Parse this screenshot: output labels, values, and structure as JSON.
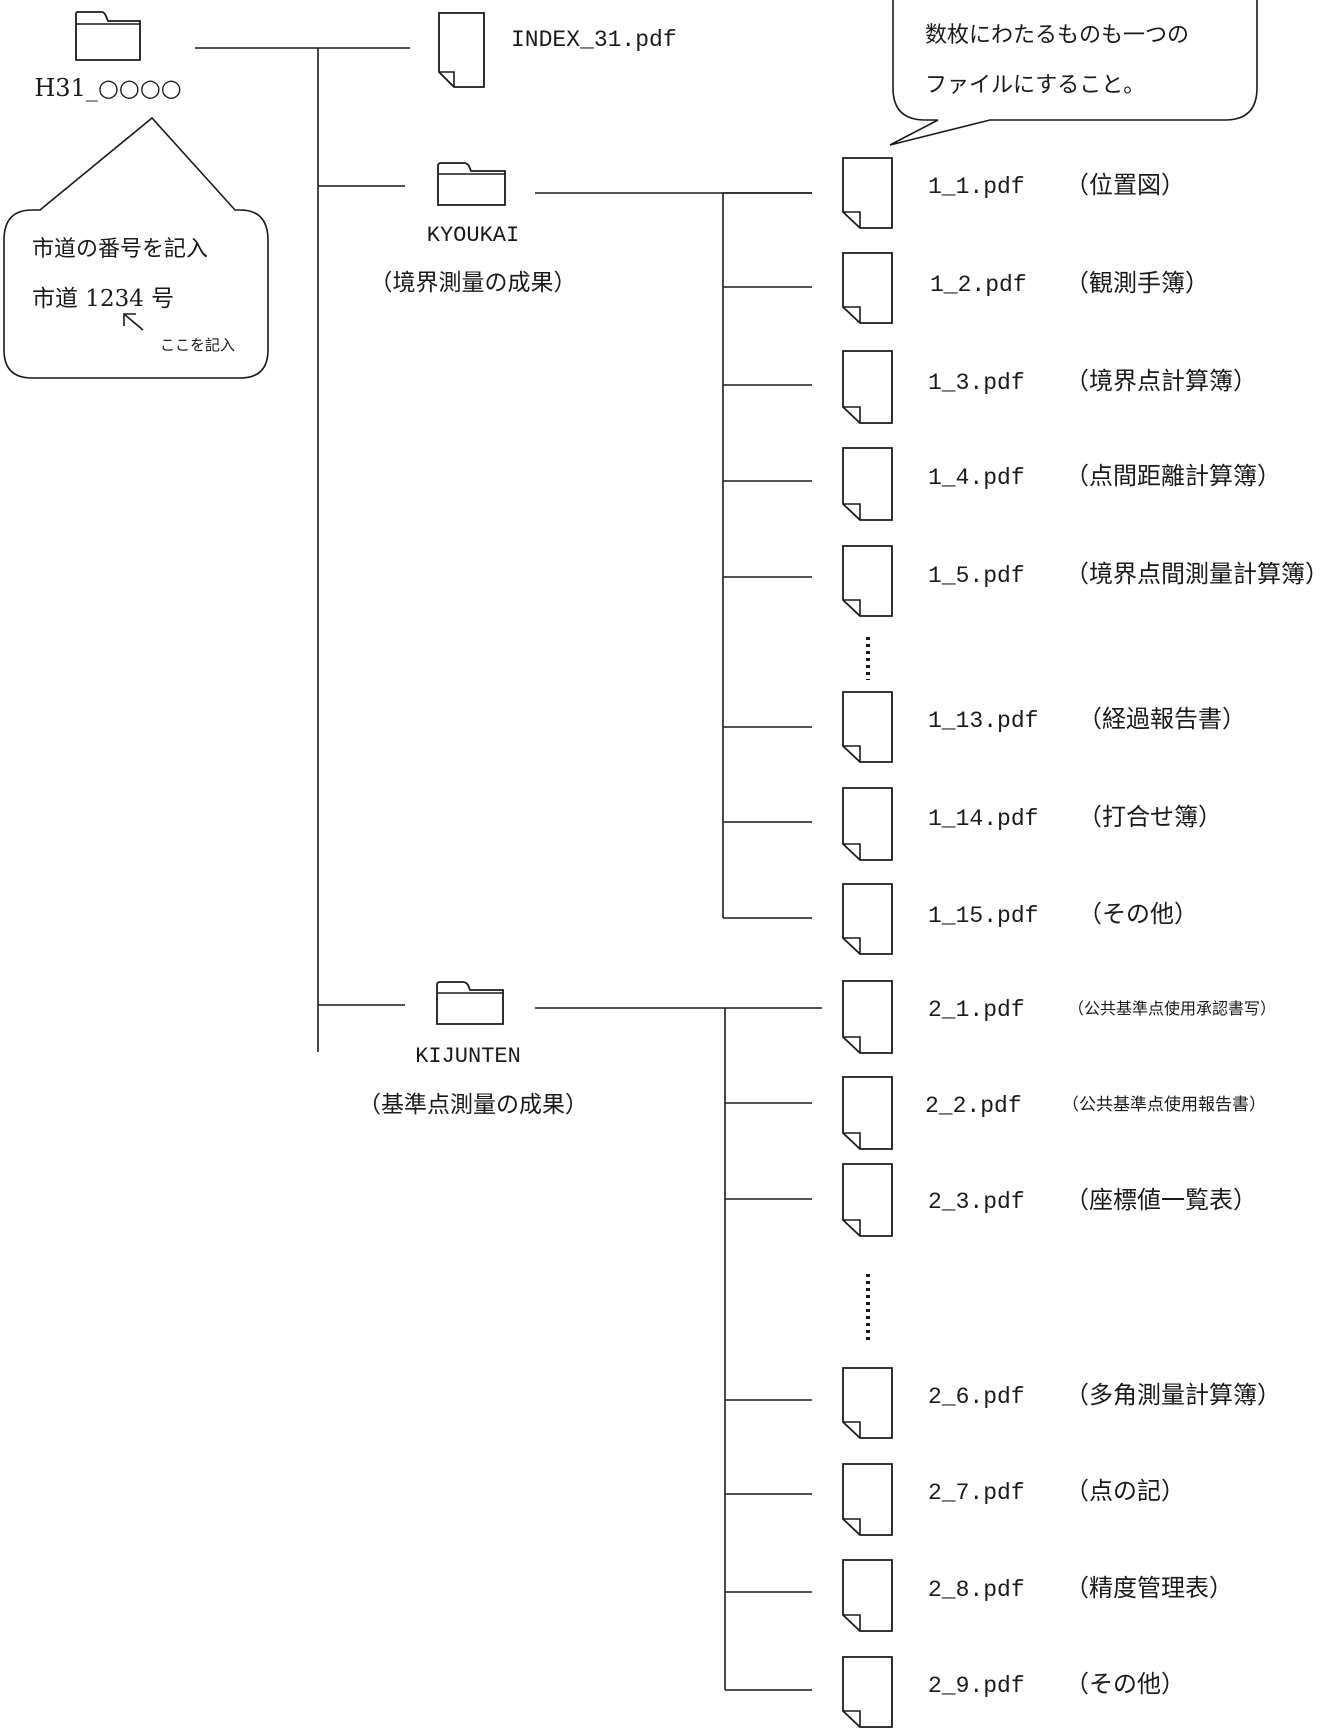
{
  "root": {
    "name": "H31_○○○○"
  },
  "index_file": {
    "name": "INDEX_31.pdf"
  },
  "callout_top": {
    "lines": [
      "数枚にわたるものも一つの",
      "ファイルにすること。"
    ]
  },
  "callout_left": {
    "line1": "市道の番号を記入",
    "line2": "市道 1234 号",
    "note": "ここを記入"
  },
  "folders": [
    {
      "key": "kyoukai",
      "name": "KYOUKAI",
      "caption": "（境界測量の成果）"
    },
    {
      "key": "kijunten",
      "name": "KIJUNTEN",
      "caption": "（基準点測量の成果）"
    }
  ],
  "kyoukai_files": [
    {
      "name": "1_1.pdf",
      "desc": "（位置図）"
    },
    {
      "name": "1_2.pdf",
      "desc": "（観測手簿）"
    },
    {
      "name": "1_3.pdf",
      "desc": "（境界点計算簿）"
    },
    {
      "name": "1_4.pdf",
      "desc": "（点間距離計算簿）"
    },
    {
      "name": "1_5.pdf",
      "desc": "（境界点間測量計算簿）"
    },
    {
      "name": "1_13.pdf",
      "desc": "（経過報告書）"
    },
    {
      "name": "1_14.pdf",
      "desc": "（打合せ簿）"
    },
    {
      "name": "1_15.pdf",
      "desc": "（その他）"
    }
  ],
  "kijunten_files": [
    {
      "name": "2_1.pdf",
      "desc": "（公共基準点使用承認書写）"
    },
    {
      "name": "2_2.pdf",
      "desc": "（公共基準点使用報告書）"
    },
    {
      "name": "2_3.pdf",
      "desc": "（座標値一覧表）"
    },
    {
      "name": "2_6.pdf",
      "desc": "（多角測量計算簿）"
    },
    {
      "name": "2_7.pdf",
      "desc": "（点の記）"
    },
    {
      "name": "2_8.pdf",
      "desc": "（精度管理表）"
    },
    {
      "name": "2_9.pdf",
      "desc": "（その他）"
    }
  ]
}
